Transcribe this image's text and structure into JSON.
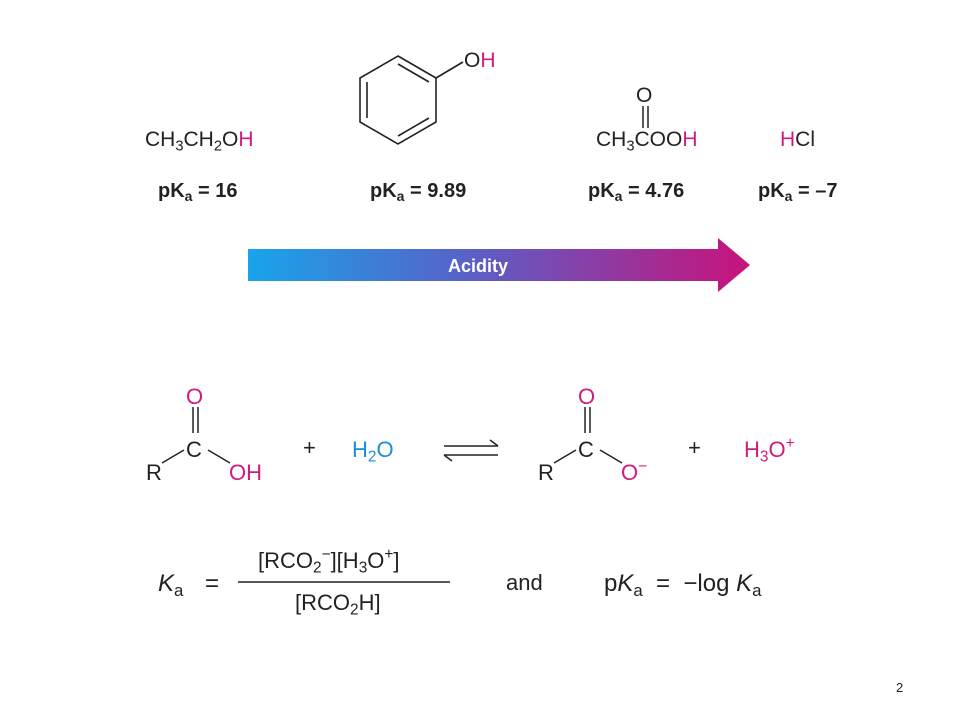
{
  "colors": {
    "acid_h": "#d11b7e",
    "water": "#1a8fd6",
    "arrow_start": "#18a4ea",
    "arrow_mid": "#5b5fc6",
    "arrow_end": "#c8127a"
  },
  "compounds": [
    {
      "name": "ethanol",
      "pka_value": "16"
    },
    {
      "name": "phenol",
      "oh_label": "OH",
      "pka_value": "9.89"
    },
    {
      "name": "acetic-acid",
      "carbonyl_o": "O",
      "pka_value": "4.76"
    },
    {
      "name": "hydrogen-chloride",
      "pka_value": "–7"
    }
  ],
  "pka_prefix": "pK",
  "pka_sub": "a",
  "pka_equals": " = ",
  "acidity_arrow": {
    "label": "Acidity"
  },
  "reaction": {
    "plus": "+",
    "reactant": {
      "O": "O",
      "C": "C",
      "R": "R",
      "OH": "OH"
    },
    "water": "H2O",
    "product": {
      "O": "O",
      "C": "C",
      "R": "R",
      "O_minus": "O−"
    },
    "hydronium": "H3O+"
  },
  "equation": {
    "ka_symbol": "K",
    "ka_sub": "a",
    "equals": "=",
    "numerator": "[RCO2−][H3O+]",
    "denominator": "[RCO2H]",
    "and": "and",
    "pka_rhs": "−log Ka"
  },
  "page_number": "2"
}
